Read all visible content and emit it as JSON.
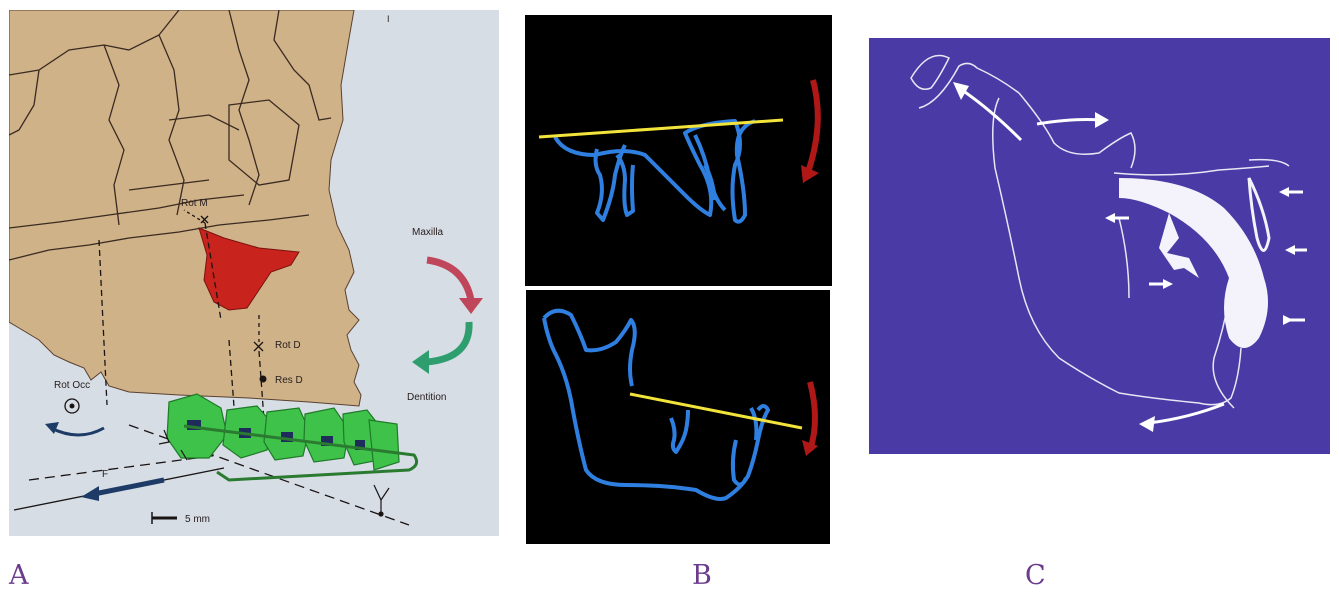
{
  "panel_labels": {
    "a": "A",
    "b": "B",
    "c": "C"
  },
  "panel_a": {
    "rot_m": "Rot M",
    "rot_d": "Rot D",
    "res_d": "Res D",
    "rot_occ": "Rot Occ",
    "force": "F",
    "scale": "5 mm",
    "maxilla": "Maxilla",
    "dentition": "Dentition",
    "page_number": "I"
  },
  "colors": {
    "bone": "#cfb287",
    "background": "#d6dde5",
    "maxilla_red": "#c8231d",
    "appliance_green": "#3fc24a",
    "arrow_red": "#c0465b",
    "arrow_green": "#2f9e6e",
    "tracing_blue": "#2f7fe0",
    "occlusal_yellow": "#f2e43a",
    "rotation_red": "#b01818",
    "panel_c_purple": "#4a3aa6"
  }
}
